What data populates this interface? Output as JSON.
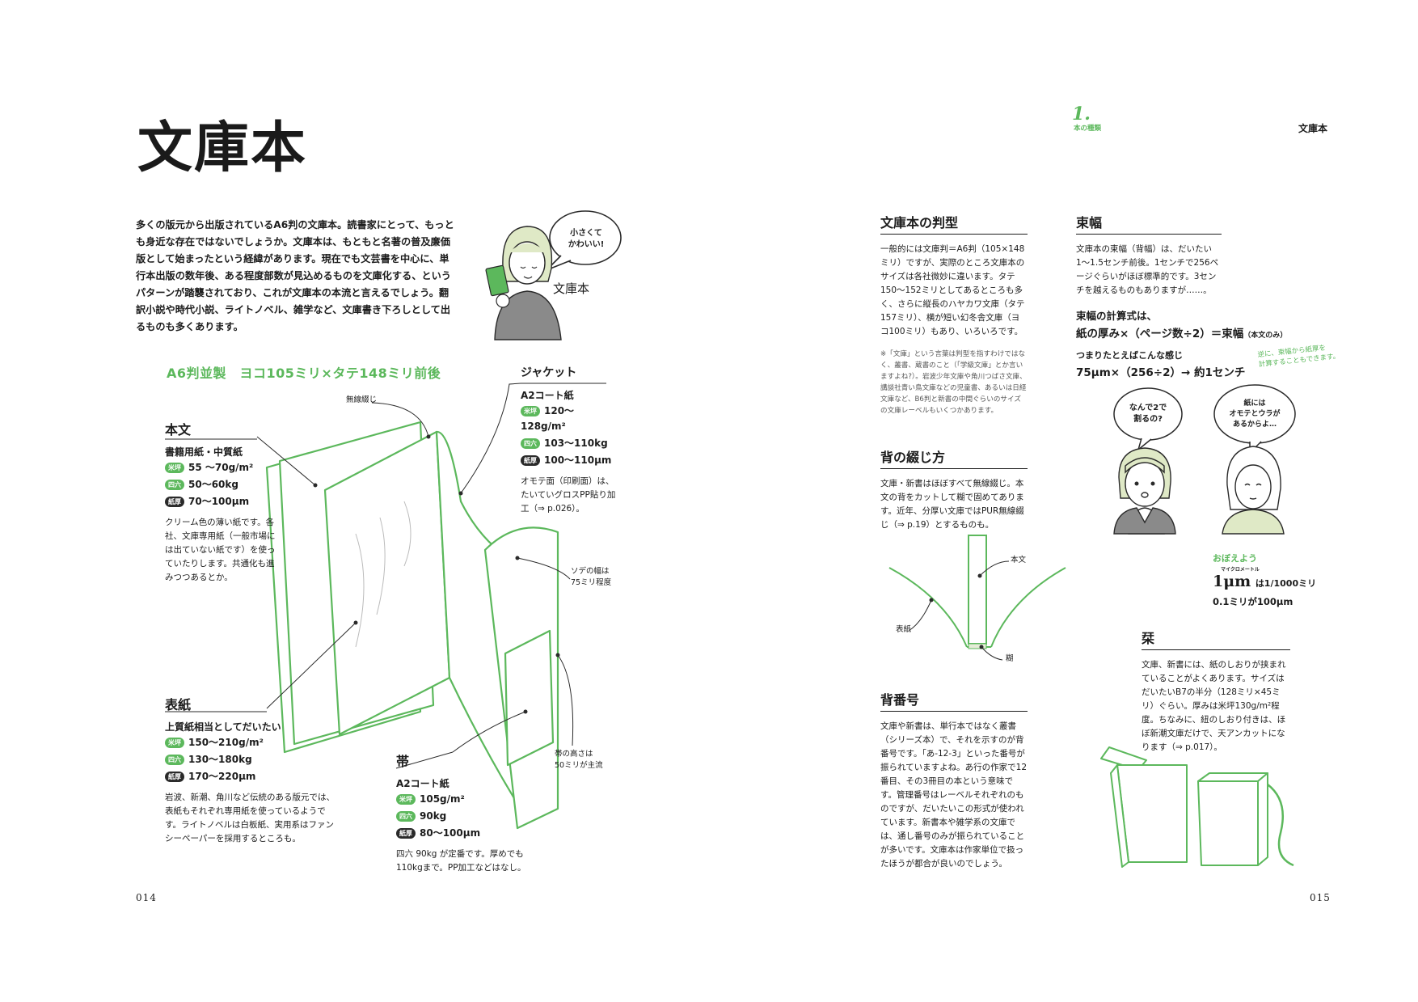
{
  "page_left": {
    "title": "文庫本",
    "intro": "多くの版元から出版されているA6判の文庫本。読書家にとって、もっとも身近な存在ではないでしょうか。文庫本は、もともと名著の普及廉価版として始まったという経緯があります。現在でも文芸書を中心に、単行本出版の数年後、ある程度部数が見込めるものを文庫化する、というパターンが踏襲されており、これが文庫本の本流と言えるでしょう。翻訳小説や時代小説、ライトノベル、雑学など、文庫書き下ろしとして出るものも多くあります。",
    "bubble": [
      "小さくて",
      "かわいい!"
    ],
    "handwritten": "文庫本",
    "diagram_title": "A6判並製　ヨコ105ミリ×タテ148ミリ前後",
    "label_binding": "無線綴じ",
    "honbun": {
      "heading": "本文",
      "paper": "書籍用紙・中質紙",
      "specs": [
        {
          "tag": "米坪",
          "tag_color": "green",
          "value": "55 〜70g/m²"
        },
        {
          "tag": "四六",
          "tag_color": "green",
          "value": "50〜60kg"
        },
        {
          "tag": "紙厚",
          "tag_color": "black",
          "value": "70〜100μm"
        }
      ],
      "desc": "クリーム色の薄い紙です。各社、文庫専用紙（一般市場には出ていない紙です）を使っていたりします。共通化も進みつつあるとか。"
    },
    "jacket": {
      "heading": "ジャケット",
      "paper": "A2コート紙",
      "specs": [
        {
          "tag": "米坪",
          "tag_color": "green",
          "value": "120〜128g/m²"
        },
        {
          "tag": "四六",
          "tag_color": "green",
          "value": "103〜110kg"
        },
        {
          "tag": "紙厚",
          "tag_color": "black",
          "value": "100〜110μm"
        }
      ],
      "desc": "オモテ面（印刷面）は、たいていグロスPP貼り加工（⇒ p.026）。"
    },
    "label_sode": "ソデの幅は\n75ミリ程度",
    "hyoshi": {
      "heading": "表紙",
      "paper": "上質紙相当としてだいたい",
      "specs": [
        {
          "tag": "米坪",
          "tag_color": "green",
          "value": "150〜210g/m²"
        },
        {
          "tag": "四六",
          "tag_color": "green",
          "value": "130〜180kg"
        },
        {
          "tag": "紙厚",
          "tag_color": "black",
          "value": "170〜220μm"
        }
      ],
      "desc": "岩波、新潮、角川など伝統のある版元では、表紙もそれぞれ専用紙を使っているようです。ライトノベルは白板紙、実用系はファンシーペーパーを採用するところも。"
    },
    "obi": {
      "heading": "帯",
      "paper": "A2コート紙",
      "specs": [
        {
          "tag": "米坪",
          "tag_color": "green",
          "value": "105g/m²"
        },
        {
          "tag": "四六",
          "tag_color": "green",
          "value": "90kg"
        },
        {
          "tag": "紙厚",
          "tag_color": "black",
          "value": "80〜100μm"
        }
      ],
      "desc": "四六 90kg が定番です。厚めでも110kgまで。PP加工などはなし。"
    },
    "label_obi_height": "帯の高さは\n50ミリが主流",
    "page_number": "014"
  },
  "page_right": {
    "section_number": "1.",
    "section_label": "本の種類",
    "running_head": "文庫本",
    "hankei": {
      "heading": "文庫本の判型",
      "body": "一般的には文庫判＝A6判（105×148ミリ）ですが、実際のところ文庫本のサイズは各社微妙に違います。タテ150〜152ミリとしてあるところも多く、さらに縦長のハヤカワ文庫（タテ157ミリ）、横が短い幻冬舎文庫（ヨコ100ミリ）もあり、いろいろです。",
      "note": "※「文庫」という言葉は判型を指すわけではなく、叢書、蔵書のこと（「学級文庫」とか言いますよね?）。岩波少年文庫や角川つばさ文庫、講談社青い鳥文庫などの児童書、あるいは日経文庫など、B6判と新書の中間ぐらいのサイズの文庫レーベルもいくつかあります。"
    },
    "tsuka": {
      "heading": "束幅",
      "body": "文庫本の束幅（背幅）は、だいたい1〜1.5センチ前後。1センチで256ページぐらいがほぼ標準的です。3センチを越えるものもありますが……。",
      "formula_intro": "束幅の計算式は、",
      "formula": "紙の厚み×（ページ数÷2）＝束幅",
      "formula_note": "（本文のみ）",
      "example_intro": "つまりたとえばこんな感じ",
      "example": "75μm×（256÷2）→ 約1センチ",
      "side_note": "逆に、束幅から紙厚を\n計算することもできます。"
    },
    "bubbles": {
      "left": [
        "なんで2で",
        "割るの?"
      ],
      "right": [
        "紙には",
        "オモテとウラが",
        "あるからよ…"
      ]
    },
    "oboeyou": {
      "label": "おぼえよう",
      "line1_big": "1μm",
      "line1_ruby": "マイクロメートル",
      "line1_rest": "は1/1000ミリ",
      "line2": "0.1ミリが100μm"
    },
    "setoji": {
      "heading": "背の綴じ方",
      "body": "文庫・新書はほぼすべて無線綴じ。本文の背をカットして糊で固めてあります。近年、分厚い文庫ではPUR無線綴じ（⇒ p.19）とするものも。",
      "label_honbun": "本文",
      "label_hyoshi": "表紙",
      "label_nori": "糊"
    },
    "sebango": {
      "heading": "背番号",
      "body": "文庫や新書は、単行本ではなく叢書（シリーズ本）で、それを示すのが背番号です。「あ-12-3」といった番号が振られていますよね。あ行の作家で12番目、その3冊目の本という意味です。管理番号はレーベルそれぞれのものですが、だいたいこの形式が使われています。新書本や雑学系の文庫では、通し番号のみが振られていることが多いです。文庫本は作家単位で扱ったほうが都合が良いのでしょう。"
    },
    "shiori": {
      "heading": "栞",
      "body": "文庫、新書には、紙のしおりが挟まれていることがよくあります。サイズはだいたいB7の半分（128ミリ×45ミリ）ぐらい。厚みは米坪130g/m²程度。ちなみに、紐のしおり付きは、ほぼ新潮文庫だけで、天アンカットになります（⇒ p.017）。"
    },
    "page_number": "015"
  },
  "colors": {
    "accent": "#5cb85c",
    "text": "#1c1c1c",
    "tag_dark": "#2a2a2a"
  }
}
